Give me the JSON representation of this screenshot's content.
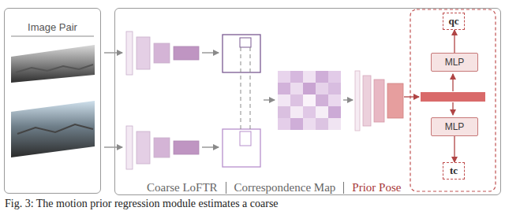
{
  "diagram": {
    "caption": "Fig. 3: The motion prior regression module estimates a coarse",
    "nodes": [
      {
        "text": [
          "Image Pair"
        ]
      },
      {
        "text": [
          "Coarse LoFTR",
          "Correspondence Map",
          "Prior Pose"
        ]
      },
      {
        "text": [
          "qc"
        ],
        "in": 1
      },
      {
        "text": [
          "MLP"
        ],
        "in": 1
      },
      {
        "text": [
          "MLP"
        ],
        "in": 1
      },
      {
        "text": [
          "tc"
        ],
        "in": 1
      }
    ],
    "edges": [
      {
        "from": 3,
        "to": 2,
        "arrow": "to"
      },
      {
        "from": 4,
        "to": 5,
        "arrow": "to"
      }
    ]
  }
}
